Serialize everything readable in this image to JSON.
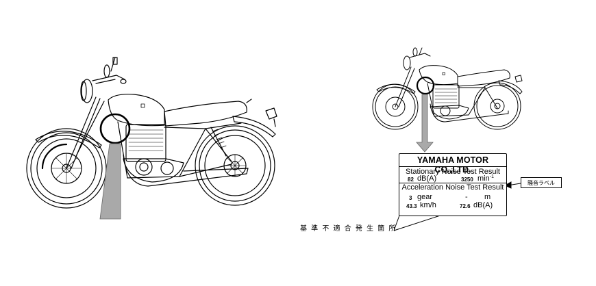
{
  "noise_label": {
    "company": "YAMAHA MOTOR CO.,LTD.",
    "stationary_heading": "Stationary Noise Test Result",
    "stationary_db_value": "82",
    "stationary_db_unit": "dB(A)",
    "stationary_rpm_value": "3250",
    "stationary_rpm_unit": "min",
    "stationary_rpm_exponent": "-1",
    "acceleration_heading": "Acceleration Noise Test Result",
    "gear_value": "3",
    "gear_unit": "gear",
    "dash": "-",
    "distance_unit": "m",
    "speed_value": "43.3",
    "speed_unit": "km/h",
    "accel_db_value": "72.6",
    "accel_db_unit": "dB(A)"
  },
  "callouts": {
    "nonconforming_locations": "基 準 不 適 合 発 生 箇 所",
    "noise_label_tag": "騒音ラベル"
  },
  "colors": {
    "line": "#000000",
    "pointer_fill": "#a9a9a9",
    "background": "#ffffff"
  }
}
